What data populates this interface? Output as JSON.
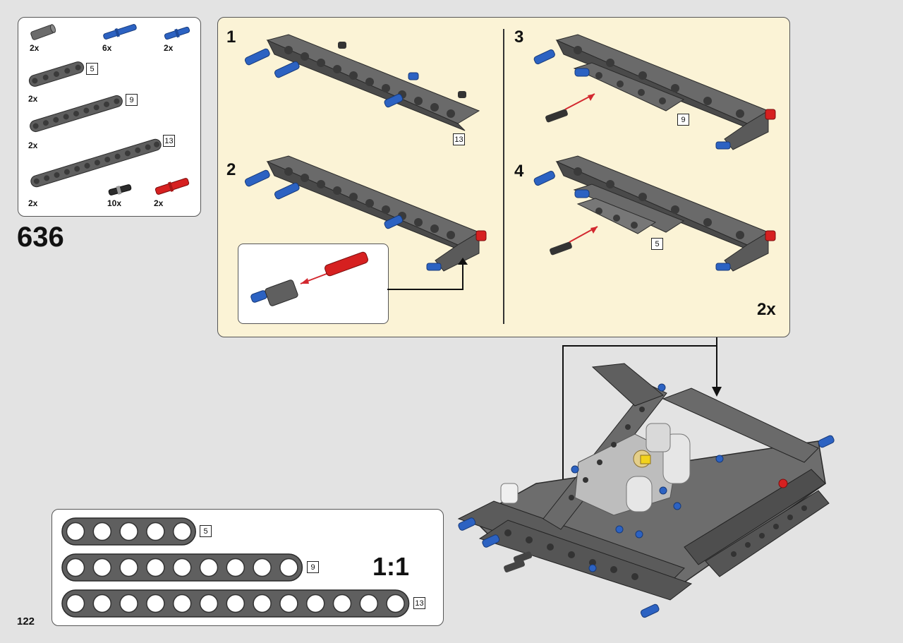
{
  "step_number": "636",
  "page_number": "122",
  "parts_list": {
    "items": [
      {
        "qty": "2x",
        "icon": "gray-axle-connector-icon"
      },
      {
        "qty": "6x",
        "icon": "blue-long-pin-icon"
      },
      {
        "qty": "2x",
        "icon": "blue-pin-icon"
      },
      {
        "qty": "2x",
        "icon": "gray-beam-5-icon",
        "length": "5"
      },
      {
        "qty": "2x",
        "icon": "gray-beam-9-icon",
        "length": "9"
      },
      {
        "qty": "2x",
        "icon": "gray-beam-13-icon",
        "length": "13"
      },
      {
        "qty": "10x",
        "icon": "black-pin-icon"
      },
      {
        "qty": "2x",
        "icon": "red-axle-pin-icon"
      }
    ]
  },
  "sub_assembly": {
    "multiplier": "2x",
    "steps": [
      {
        "number": "1",
        "callout": "13"
      },
      {
        "number": "2",
        "callout": ""
      },
      {
        "number": "3",
        "callout": "9"
      },
      {
        "number": "4",
        "callout": "5"
      }
    ]
  },
  "ruler": {
    "scale": "1:1",
    "beams": [
      {
        "holes": 5,
        "label": "5"
      },
      {
        "holes": 9,
        "label": "9"
      },
      {
        "holes": 13,
        "label": "13"
      }
    ]
  },
  "colors": {
    "background": "#e3e3e3",
    "panel": "#fbf3d6",
    "beam_gray": "#5f5f5f",
    "pin_blue": "#2c62c2",
    "pin_red": "#d62020",
    "arrow_red": "#d3282f"
  }
}
